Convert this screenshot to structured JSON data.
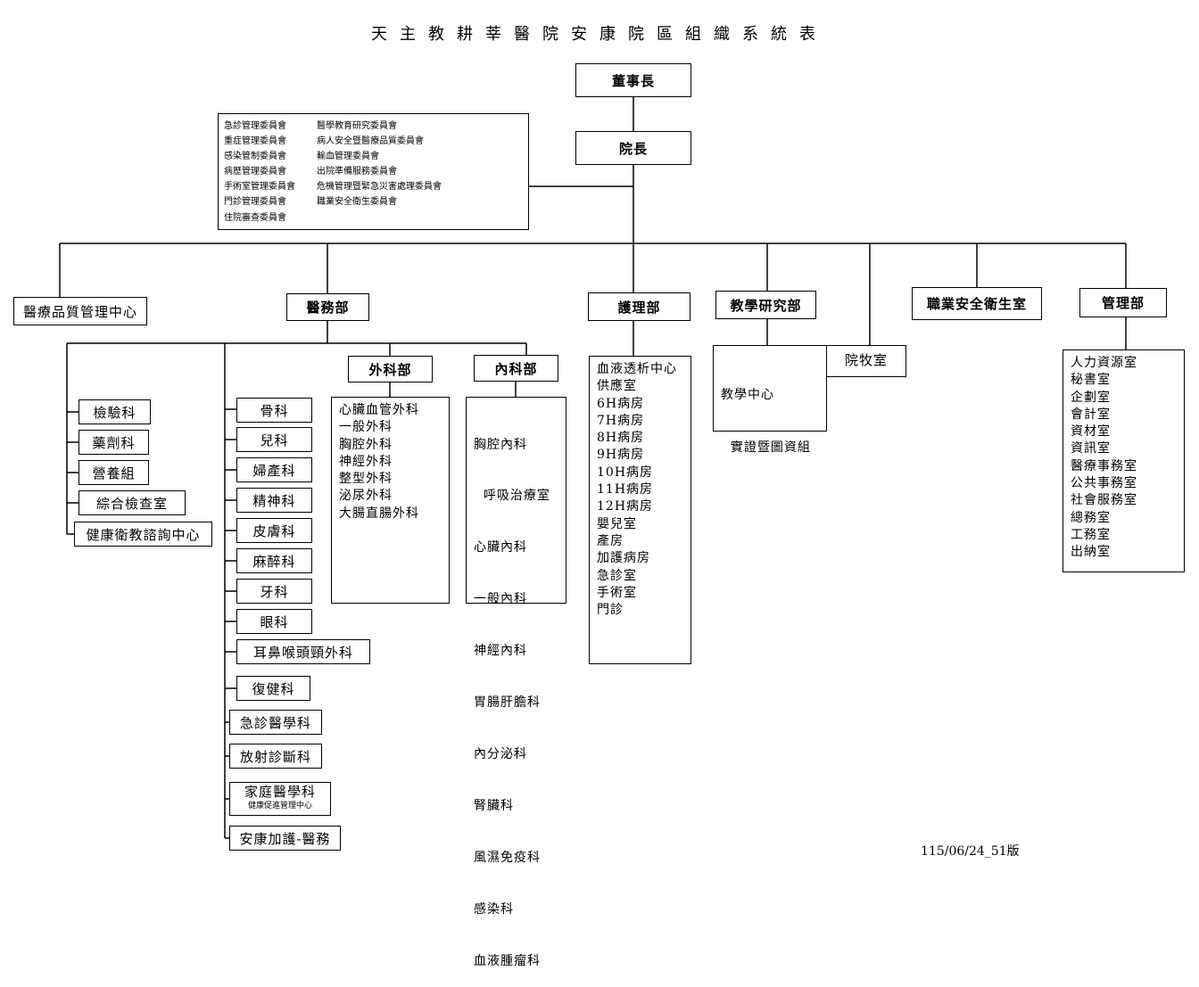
{
  "title": "天主教耕莘醫院安康院區組織系統表",
  "version": "115/06/24_51版",
  "top": {
    "chairman": "董事長",
    "president": "院長"
  },
  "committees": {
    "left": [
      "急診管理委員會",
      "重症管理委員會",
      "感染管制委員會",
      "病歷管理委員會",
      "手術室管理委員會",
      "門診管理委員會",
      "住院審查委員會"
    ],
    "right": [
      "醫學教育研究委員會",
      "病人安全暨醫療品質委員會",
      "輸血管理委員會",
      "出院準備服務委員會",
      "危機管理暨緊急災害處理委員會",
      "職業安全衛生委員會"
    ]
  },
  "departments": {
    "quality": "醫療品質管理中心",
    "medical": "醫務部",
    "nursing": "護理部",
    "teaching": "教學研究部",
    "occupational": "職業安全衛生室",
    "management": "管理部",
    "pastoral": "院牧室"
  },
  "medical_units": [
    "檢驗科",
    "藥劑科",
    "營養組",
    "綜合檢查室",
    "健康衛教諮詢中心"
  ],
  "medical_depts": {
    "d0": "骨科",
    "d1": "兒科",
    "d2": "婦產科",
    "d3": "精神科",
    "d4": "皮膚科",
    "d5": "麻醉科",
    "d6": "牙科",
    "d7": "眼科",
    "d8": "耳鼻喉頭頸外科",
    "d9": "復健科",
    "d10": "急診醫學科",
    "d11": "放射診斷科",
    "d12": "家庭醫學科",
    "d12_sub": "健康促進管理中心",
    "d13": "安康加護-醫務"
  },
  "surgery": {
    "label": "外科部",
    "items": [
      "心臟血管外科",
      "一般外科",
      "胸腔外科",
      "神經外科",
      "整型外科",
      "泌尿外科",
      "大腸直腸外科"
    ]
  },
  "internal": {
    "label": "內科部",
    "items": [
      "胸腔內科",
      "  呼吸治療室",
      "心臟內科",
      "一般內科",
      "神經內科",
      "胃腸肝膽科",
      "內分泌科",
      "腎臟科",
      "風濕免疫科",
      "感染科",
      "血液腫瘤科"
    ]
  },
  "nursing_units": [
    "血液透析中心",
    "供應室",
    "6H病房",
    "7H病房",
    "8H病房",
    "9H病房",
    "10H病房",
    "11H病房",
    "12H病房",
    "嬰兒室",
    "產房",
    "加護病房",
    "急診室",
    "手術室",
    "門診"
  ],
  "teaching_units": [
    "教學中心",
    "  實證暨圖資組"
  ],
  "management_units": [
    "人力資源室",
    "秘書室",
    "企劃室",
    "會計室",
    "資材室",
    "資訊室",
    "醫療事務室",
    "公共事務室",
    "社會服務室",
    "總務室",
    "工務室",
    "出納室"
  ]
}
